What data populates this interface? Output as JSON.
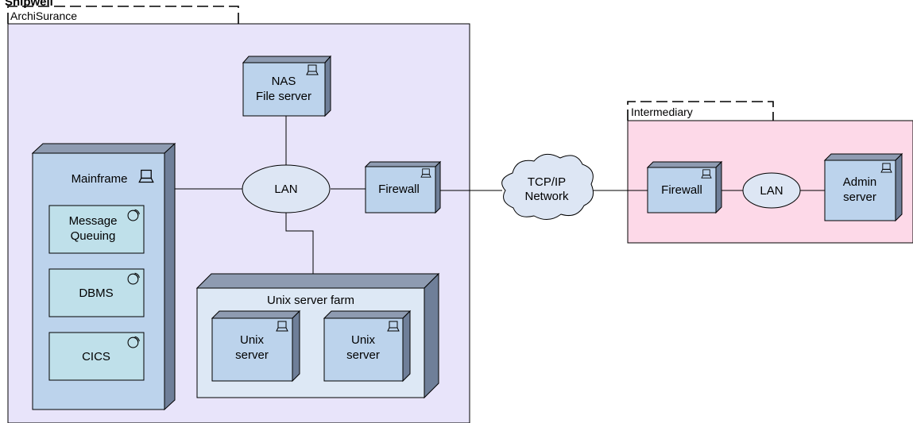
{
  "header_fragment": "Shipwell",
  "colors": {
    "archisurance_bg": "#e8e4fa",
    "intermediary_bg": "#fdd9e8",
    "node_front": "#bcd3ec",
    "node_side": "#6f7f99",
    "node_top": "#8e9bb1",
    "farm_front": "#dde8f5",
    "software_fill": "#bfe0ea",
    "lan_fill": "#dde6f4",
    "cloud_fill": "#dde6f4"
  },
  "groups": {
    "archisurance": {
      "label": "ArchiSurance"
    },
    "intermediary": {
      "label": "Intermediary"
    }
  },
  "nodes": {
    "nas": {
      "line1": "NAS",
      "line2": "File server",
      "icon": "device-icon"
    },
    "mainframe": {
      "label": "Mainframe",
      "icon": "device-icon"
    },
    "lan_main": {
      "label": "LAN"
    },
    "firewall_main": {
      "label": "Firewall",
      "icon": "device-icon"
    },
    "unix_farm": {
      "label": "Unix server farm"
    },
    "unix1": {
      "line1": "Unix",
      "line2": "server",
      "icon": "device-icon"
    },
    "unix2": {
      "line1": "Unix",
      "line2": "server",
      "icon": "device-icon"
    },
    "network": {
      "line1": "TCP/IP",
      "line2": "Network"
    },
    "firewall_int": {
      "label": "Firewall",
      "icon": "device-icon"
    },
    "lan_int": {
      "label": "LAN"
    },
    "admin": {
      "line1": "Admin",
      "line2": "server",
      "icon": "device-icon"
    }
  },
  "software": {
    "mq": {
      "line1": "Message",
      "line2": "Queuing",
      "icon": "system-software-icon"
    },
    "dbms": {
      "label": "DBMS",
      "icon": "system-software-icon"
    },
    "cics": {
      "label": "CICS",
      "icon": "system-software-icon"
    }
  }
}
